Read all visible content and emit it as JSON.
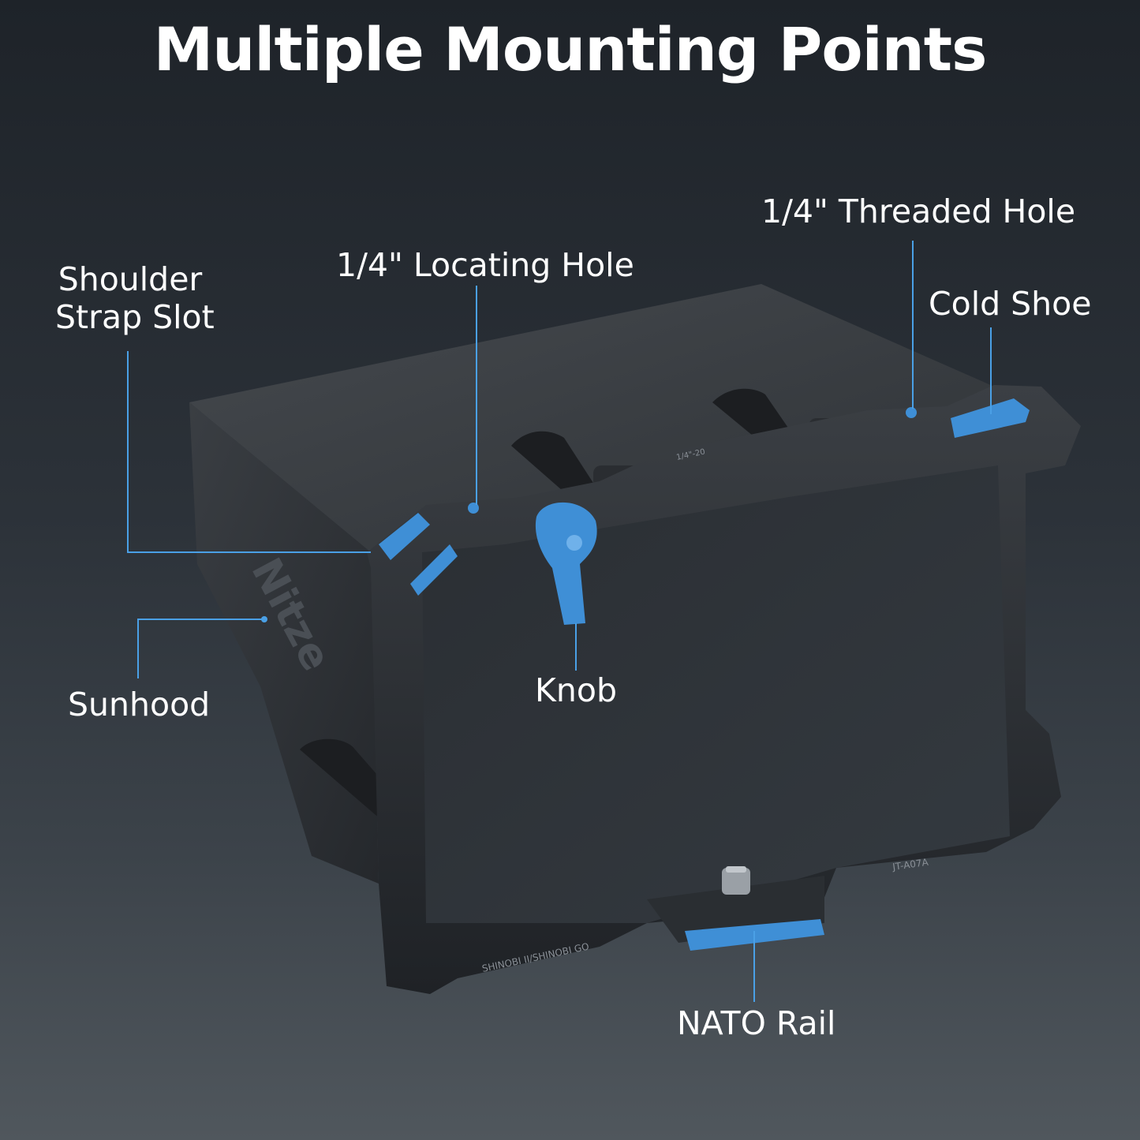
{
  "title": "Multiple Mounting Points",
  "labels": {
    "shoulder_strap_line1": "Shoulder",
    "shoulder_strap_line2": "Strap Slot",
    "locating_hole": "1/4\" Locating Hole",
    "threaded_hole": "1/4\" Threaded Hole",
    "cold_shoe": "Cold Shoe",
    "knob": "Knob",
    "sunhood": "Sunhood",
    "nato_rail": "NATO Rail"
  },
  "product_markings": {
    "brand": "Nitze",
    "model": "JT-A07A",
    "compatibility": "SHINOBI II/SHINOBI GO",
    "hole_marking": "1/4\"-20"
  },
  "colors": {
    "accent_blue": "#3f8fd6",
    "callout_line": "#4aa0e6",
    "label_text": "#ffffff"
  }
}
